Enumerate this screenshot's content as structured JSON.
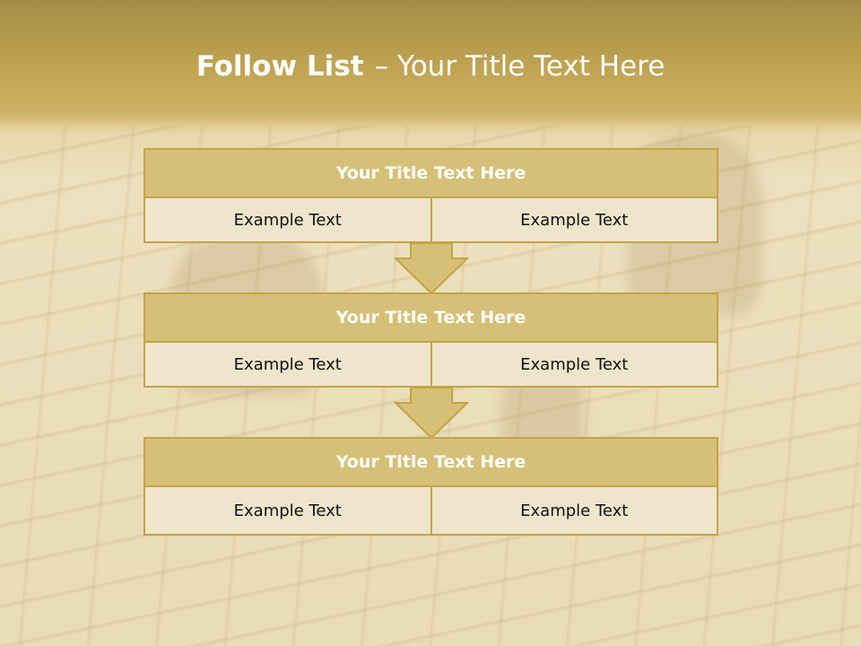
{
  "slide": {
    "title_bold": "Follow List",
    "title_rest": "– Your Title Text Here"
  },
  "steps": [
    {
      "title": "Your Title Text Here",
      "left": "Example Text",
      "right": "Example Text"
    },
    {
      "title": "Your Title Text Here",
      "left": "Example Text",
      "right": "Example Text"
    },
    {
      "title": "Your Title Text Here",
      "left": "Example Text",
      "right": "Example Text"
    }
  ],
  "colors": {
    "header": "#c0a452",
    "box_title": "#d6c077",
    "box_border": "#c4a445",
    "cell": "#efe5cc",
    "arrow_fill": "#d6c077",
    "arrow_stroke": "#c4a445"
  },
  "icons": {
    "connector": "down-arrow-icon"
  }
}
